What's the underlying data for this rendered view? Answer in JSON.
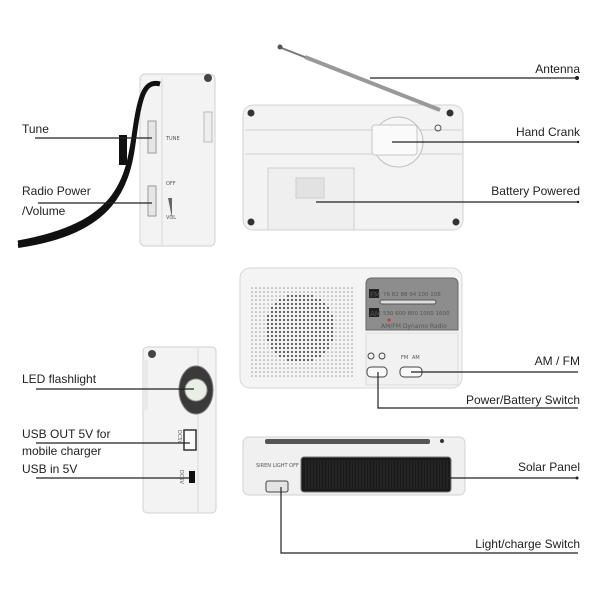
{
  "title": "Hand crank emergency radio feature diagram",
  "labels": {
    "tune": "Tune",
    "radio_power_1": "Radio Power",
    "radio_power_2": "/Volume",
    "antenna": "Antenna",
    "hand_crank": "Hand Crank",
    "battery_powered": "Battery Powered",
    "am_fm": "AM / FM",
    "power_battery_switch": "Power/Battery Switch",
    "led_flashlight": "LED flashlight",
    "usb_out_1": "USB OUT 5V for",
    "usb_out_2": "mobile charger",
    "usb_in": "USB in 5V",
    "solar_panel": "Solar Panel",
    "light_charge_switch": "Light/charge Switch"
  },
  "device_text": {
    "side_tune": "TUNE",
    "side_off": "OFF",
    "side_vol": "VOL",
    "dial_fm": "FM",
    "dial_am": "AM",
    "dial_fm_scale": "76 82 88 94 100 108",
    "dial_am_scale": "530 600 800 1000 1600",
    "dial_brand": "AM/FM Dynamo Radio",
    "switch_fm": "FM",
    "switch_am": "AM",
    "usb_out_mark": "DC5V",
    "usb_in_mark": "DC5V",
    "top_switch_mark": "SIREN LIGHT OFF"
  },
  "colors": {
    "device_body": "#f2f2f2",
    "device_edge": "#cfcfcf",
    "leader_line": "#222222",
    "strap": "#111111",
    "solar": "#1a1a1a",
    "dial_panel": "#8d8d8d"
  }
}
